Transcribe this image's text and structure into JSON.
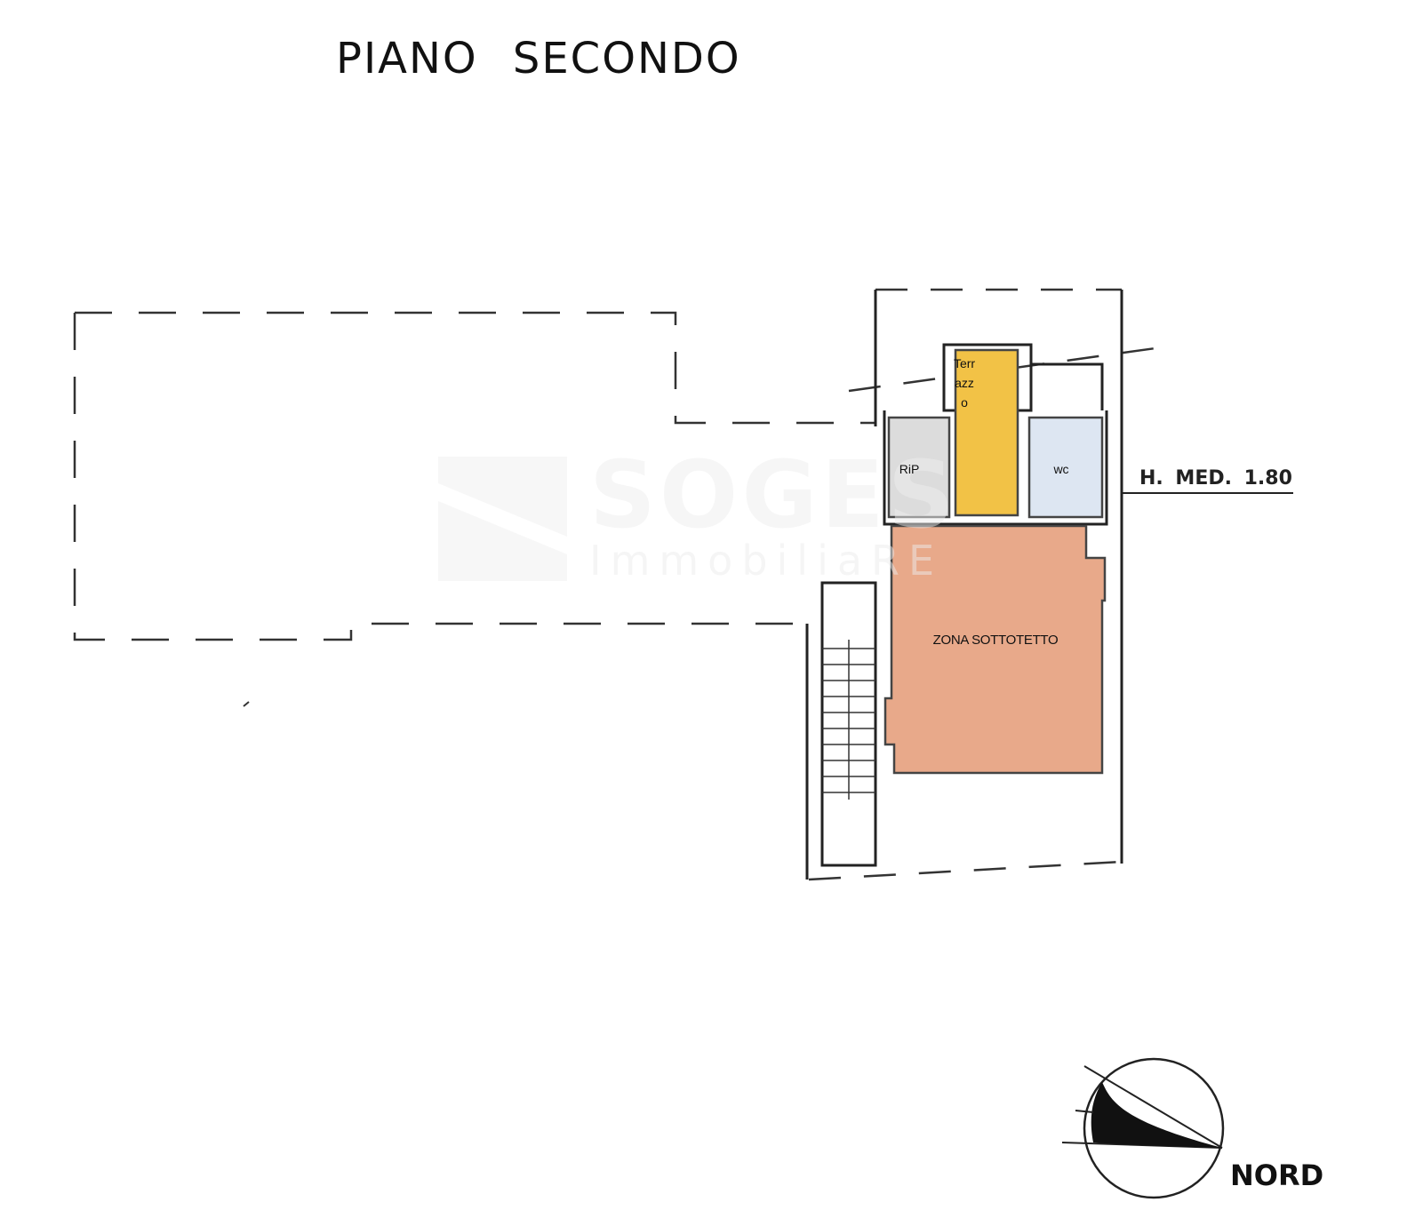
{
  "title": "PIANO SECONDO",
  "rooms": {
    "rip": "RiP",
    "terrazzo": "Terrazzo",
    "wc": "wc",
    "zona": "ZONA SOTTOTETTO"
  },
  "height_note": "H. MED. 1.80",
  "north_label": "NORD",
  "watermark": {
    "brand": "SOGES",
    "sub": "ImmobiliaRE"
  },
  "colors": {
    "rip": "#dcdcdc",
    "terrazzo": "#f2c246",
    "wc": "#dde6f2",
    "zona": "#e8a98a",
    "line": "#222222"
  }
}
